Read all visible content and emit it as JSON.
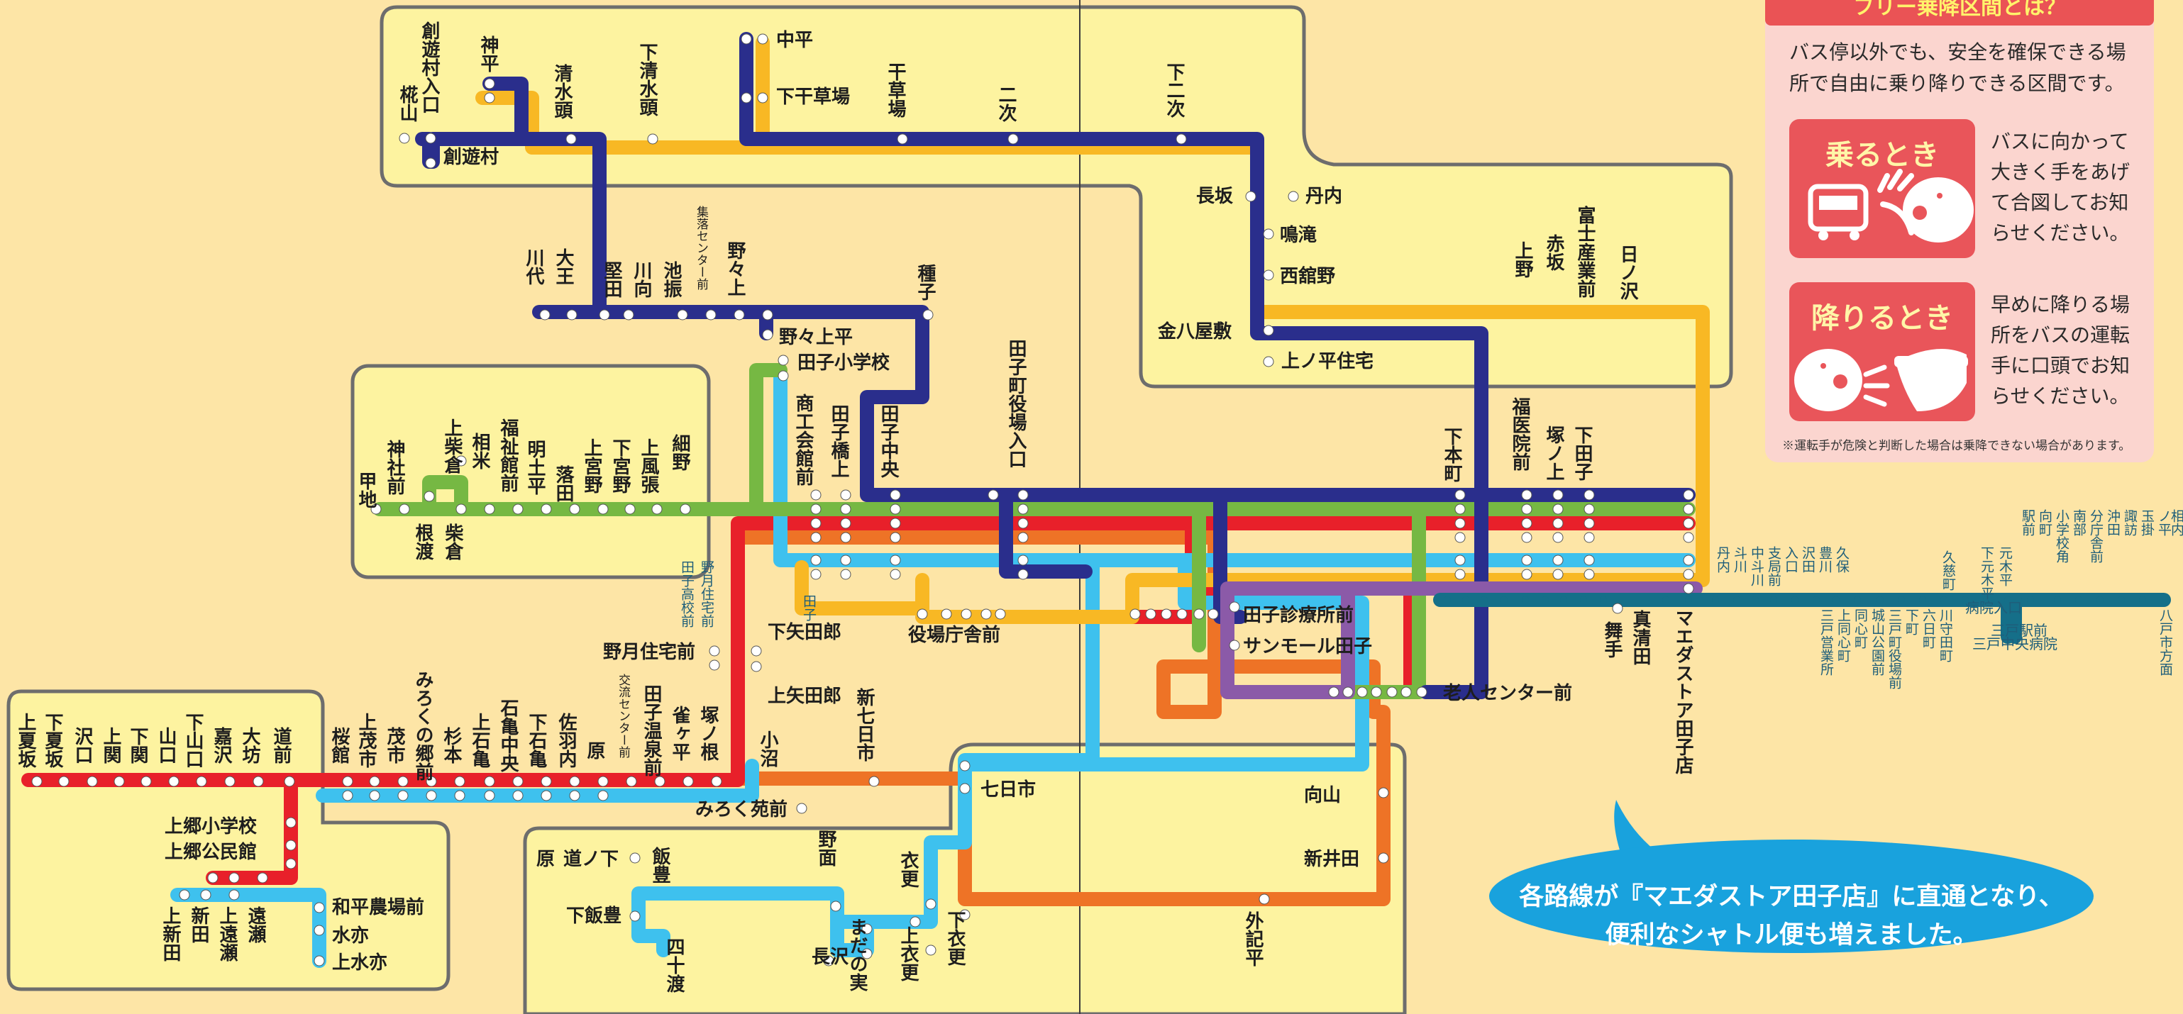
{
  "colors": {
    "navy": "#2a2e8c",
    "yellow": "#f8b824",
    "green": "#76b843",
    "red": "#e8202a",
    "lightblue": "#3ec1ee",
    "orange": "#ee7326",
    "purple": "#8b5aa8",
    "teal": "#156f89",
    "zone": "#fdf3a0",
    "background": "#fde5a6"
  },
  "stations": {
    "kamiyu": "椛山",
    "soyumura_iriguchi": "創遊村入口",
    "soyumura": "創遊村",
    "kanbira": "神平",
    "shimizu_atama": "清水頭",
    "shimo_shimizu_atama": "下清水頭",
    "nakadaira": "中平",
    "shimo_hoshikusaba": "下干草場",
    "hoshikusaba": "干草場",
    "niji": "二次",
    "shimo_niji": "下二次",
    "nagasaka": "長坂",
    "tannai": "丹内",
    "narutaki": "鳴滝",
    "nishitateno": "西舘野",
    "kanehachi_yashiki": "金八屋敷",
    "kaminotaira": "上ノ平住宅",
    "kawashiro": "川代",
    "daio": "大王",
    "katada": "堅田",
    "kawamukai": "川向",
    "ikefuri": "池振",
    "shuraku_center": "集落センター前",
    "nonokami": "野々上",
    "taneko": "種子",
    "nonokamidaira": "野々上平",
    "takko_elem": "田子小学校",
    "takko_yakuba_iriguchi": "田子町役場入口",
    "shokokai": "商工会館前",
    "takkobashi": "田子橋上",
    "takko_chuo": "田子中央",
    "ueno": "上野",
    "akasaka": "赤坂",
    "fuji_sangyo": "富士産業前",
    "hinosawa": "日ノ沢",
    "shimomachi": "下本町",
    "fukushi_iin": "福医院前",
    "tsukanoue": "塚ノ上",
    "shimotakko": "下田子",
    "kuchiji": "甲地",
    "jinja": "神社前",
    "kamishibakura": "上柴倉",
    "nebuto": "根渡",
    "shibakura": "柴倉",
    "aiyone": "相米",
    "fukushikan": "福祉館前",
    "meishidaira": "明土平",
    "ochita": "落田",
    "kamimiyano": "上宮野",
    "shimomiyano": "下宮野",
    "kamikazehari": "上風張",
    "hosono": "細野",
    "nozuki_koko": "田子高校前",
    "nozuki_jutaku": "野月住宅前",
    "nozuki_jutaku2": "野月住宅前",
    "takko_small": "田子",
    "shimoyatajiro": "下矢田郎",
    "kamiyatajiro": "上矢田郎",
    "yakuba": "役場庁舎前",
    "takko_shinryojo": "田子診療所前",
    "sunmall": "サンモール田子",
    "rojin_center": "老人センター前",
    "maetaku": "マエダストア田子店",
    "maibito": "舞手",
    "masumida": "真清田",
    "kamikasaka": "上夏坂",
    "shimokasaka": "下夏坂",
    "sawaguchi": "沢口",
    "kaminoseki": "上関",
    "shimonoseki": "下関",
    "yamaguchi": "山口",
    "shimoyamaguchi": "下山口",
    "kazawa": "嘉沢",
    "daibo": "大坊",
    "michimae": "道前",
    "sakuradate": "桜館",
    "kamimoichi": "上茂市",
    "moichi": "茂市",
    "mirokunosato": "みろくの郷前",
    "sugimoto": "杉本",
    "kamiishigame": "上石亀",
    "ishigame_chuo": "石亀中央",
    "shimoishigame": "下石亀",
    "sawauchi": "佐羽内",
    "hara": "原",
    "koryu_center": "交流センター前",
    "takko_onsen": "田子温泉前",
    "suzumegatai": "雀ヶ平",
    "tsukanone": "塚ノ根",
    "ozawa": "小沼",
    "shin_nanokaichi": "新七日市",
    "mirokuen": "みろく苑前",
    "nanokaichi": "七日市",
    "mukaiyama": "向山",
    "araida": "新井田",
    "gaikitai": "外記平",
    "kamisato_elem": "上郷小学校",
    "kamisato_kominkan": "上郷公民館",
    "kamishinden": "上新田",
    "shinden": "新田",
    "kamitosei": "上遠瀬",
    "tosei": "遠瀬",
    "wahira_nojo": "和平農場前",
    "mizuhara": "水亦",
    "kamimizuhara": "上水亦",
    "hara2": "原",
    "michinoshita": "道ノ下",
    "iitoyo": "飯豊",
    "shimoiitoyo": "下飯豊",
    "yosowatari": "四十渡",
    "nozura": "野面",
    "nagasawa": "長沢",
    "madanomi": "まだの実",
    "kinukawa": "衣更",
    "kamikinukawa": "上衣更",
    "shimokinukawa": "下衣更"
  },
  "east_stops": {
    "top_row": [
      "丹内",
      "斗川",
      "中斗川",
      "支局前",
      "入口",
      "沢田",
      "豊川",
      "久保"
    ],
    "group_a": [
      "久慈町"
    ],
    "group_b": [
      "下元木平",
      "元木平"
    ],
    "group_c": [
      "駅前",
      "向町",
      "小学校角",
      "南部",
      "分庁舎前",
      "沖田",
      "諏訪",
      "玉掛",
      "ノ平",
      "相内"
    ],
    "bottom_row": [
      "三戸営業所",
      "上同心町",
      "同心町",
      "城山公園前",
      "三戸町役場前",
      "下町",
      "六日町",
      "川守田町"
    ],
    "hospital": "三戸中央病院",
    "hospital_entrance": "病院入口",
    "sannohe_station": "三戸駅前",
    "hachinohe": "八戸市方面"
  },
  "info": {
    "title": "フリー乗降区間とは？",
    "description": "バス停以外でも、安全を確保できる場所で自由に乗り降りできる区間です。",
    "boarding_title": "乗るとき",
    "boarding_text": "バスに向かって大きく手をあげて合図してお知らせください。",
    "alighting_title": "降りるとき",
    "alighting_text": "早めに降りる場所をバスの運転手に口頭でお知らせください。",
    "note": "※運転手が危険と判断した場合は乗降できない場合があります。"
  },
  "bubble": {
    "line1": "各路線が『マエダストア田子店』に直通となり、",
    "line2": "便利なシャトル便も増えました。"
  }
}
